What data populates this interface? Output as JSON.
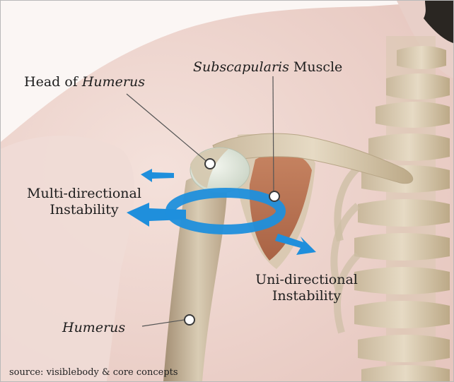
{
  "labels": {
    "head_prefix": "Head of ",
    "head_italic": "Humerus",
    "subscap_italic": "Subscapularis",
    "subscap_suffix": " Muscle",
    "multi_line1": "Multi-directional",
    "multi_line2": "Instability",
    "uni_line1": "Uni-directional",
    "uni_line2": "Instability",
    "humerus": "Humerus"
  },
  "source": "source: visiblebody & core concepts",
  "colors": {
    "arrow": "#1f8fdc",
    "muscle": "#b86a48",
    "bone": "#dccfb7",
    "skin": "#efd9d3"
  }
}
